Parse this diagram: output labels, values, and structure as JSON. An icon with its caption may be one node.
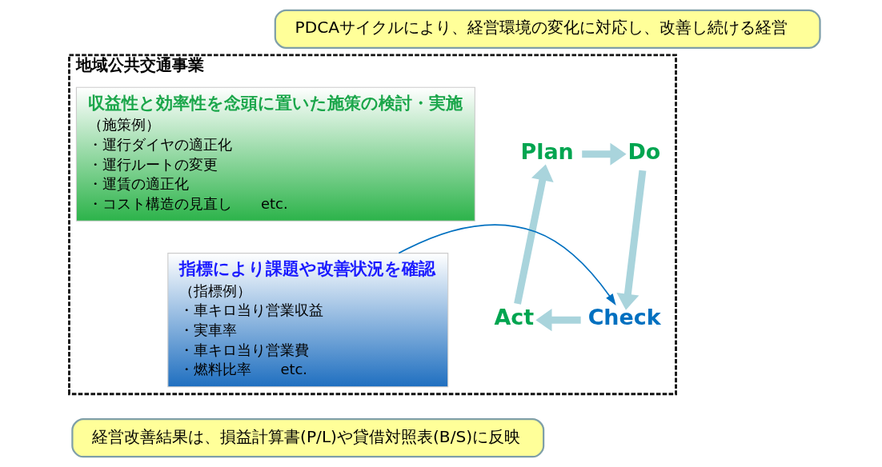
{
  "diagram": {
    "nodes": [
      {
        "text": [
          "PDCAサイクルにより、経営環境の変化に対応し、改善し続ける経営"
        ]
      },
      {
        "text": [
          "地域公共交通事業"
        ]
      },
      {
        "text": [
          "収益性と効率性を念頭に置いた施策の検討・実施",
          "（施策例）",
          "・運行ダイヤの適正化",
          "・運行ルートの変更",
          "・運賃の適正化",
          "・コスト構造の見直し　　etc."
        ],
        "in": 1
      },
      {
        "text": [
          "Plan"
        ],
        "in": 1
      },
      {
        "text": [
          "Do"
        ],
        "in": 1
      },
      {
        "text": [
          "Check"
        ],
        "in": 1
      },
      {
        "text": [
          "Act"
        ],
        "in": 1
      },
      {
        "text": [
          "指標により課題や改善状況を確認",
          "（指標例）",
          "・車キロ当り営業収益",
          "・実車率",
          "・車キロ当り営業費",
          "・燃料比率　　etc."
        ],
        "in": 1
      },
      {
        "text": [
          "経営改善結果は、損益計算書(P/L)や貸借対照表(B/S)に反映"
        ]
      }
    ],
    "edges": [
      {
        "from": 3,
        "to": 4,
        "arrow": "to"
      },
      {
        "from": 4,
        "to": 5,
        "arrow": "to"
      },
      {
        "from": 5,
        "to": 6,
        "arrow": "to"
      },
      {
        "from": 6,
        "to": 3,
        "arrow": "to"
      },
      {
        "from": 7,
        "to": 5,
        "arrow": "to",
        "color": "#0070c0"
      }
    ]
  }
}
